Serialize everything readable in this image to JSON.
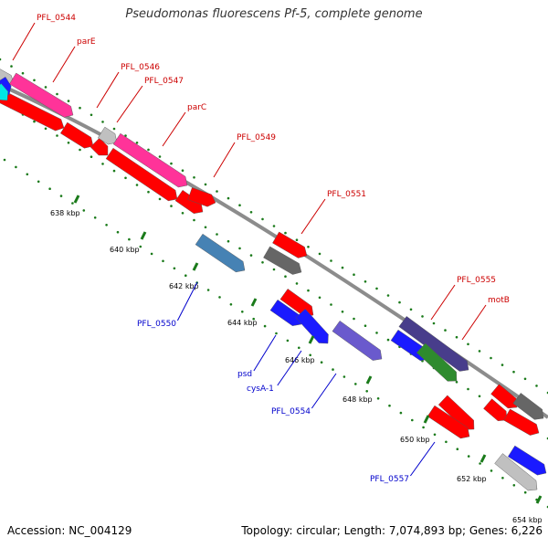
{
  "title": "Pseudomonas fluorescens Pf-5, complete genome",
  "footer": {
    "accession": "Accession: NC_004129",
    "summary": "Topology: circular; Length: 7,074,893 bp; Genes: 6,226"
  },
  "colors": {
    "backbone": "#8c8c8c",
    "dots": "#1a7a1a",
    "top_label": "#cc0000",
    "bottom_label": "#0000cc",
    "pink": "#ff3399",
    "red": "#ff0000",
    "gray": "#c0c0c0",
    "darkgray": "#666666",
    "blue": "#1a1aff",
    "steelblue": "#4682b4",
    "violet": "#6a5acd",
    "darkviolet": "#483d8b",
    "green": "#2e8b2e",
    "cyan": "#00e5e5"
  },
  "ticks": [
    {
      "label": "638 kbp"
    },
    {
      "label": "640 kbp"
    },
    {
      "label": "642 kbp"
    },
    {
      "label": "644 kbp"
    },
    {
      "label": "646 kbp"
    },
    {
      "label": "648 kbp"
    },
    {
      "label": "650 kbp"
    },
    {
      "label": "652 kbp"
    },
    {
      "label": "654 kbp"
    }
  ],
  "top_labels": [
    {
      "text": "PFL_0544"
    },
    {
      "text": "parE"
    },
    {
      "text": "PFL_0546"
    },
    {
      "text": "PFL_0547"
    },
    {
      "text": "parC"
    },
    {
      "text": "PFL_0549"
    },
    {
      "text": "PFL_0551"
    },
    {
      "text": "PFL_0555"
    },
    {
      "text": "motB"
    }
  ],
  "bottom_labels": [
    {
      "text": "PFL_0550"
    },
    {
      "text": "psd"
    },
    {
      "text": "cysA-1"
    },
    {
      "text": "PFL_0554"
    },
    {
      "text": "PFL_0557"
    }
  ],
  "features": [
    {
      "color": "gray"
    },
    {
      "color": "pink"
    },
    {
      "color": "red"
    },
    {
      "color": "red"
    },
    {
      "color": "red"
    },
    {
      "color": "red"
    },
    {
      "color": "gray"
    },
    {
      "color": "pink"
    },
    {
      "color": "red"
    },
    {
      "color": "red"
    },
    {
      "color": "darkgray"
    },
    {
      "color": "red"
    },
    {
      "color": "steelblue"
    },
    {
      "color": "red"
    },
    {
      "color": "blue"
    },
    {
      "color": "blue"
    },
    {
      "color": "violet"
    },
    {
      "color": "darkviolet"
    },
    {
      "color": "blue"
    },
    {
      "color": "green"
    },
    {
      "color": "red"
    },
    {
      "color": "red"
    },
    {
      "color": "red"
    },
    {
      "color": "darkgray"
    },
    {
      "color": "red"
    },
    {
      "color": "red"
    },
    {
      "color": "blue"
    },
    {
      "color": "gray"
    },
    {
      "color": "blue"
    },
    {
      "color": "cyan"
    }
  ]
}
